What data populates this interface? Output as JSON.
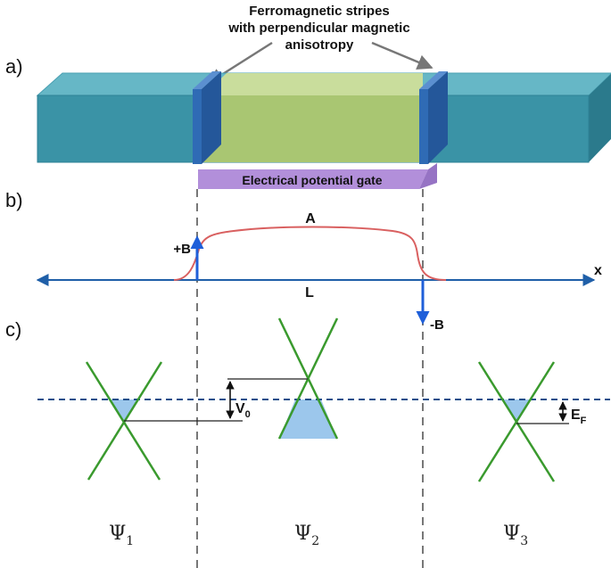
{
  "panel_labels": {
    "a": "a)",
    "b": "b)",
    "c": "c)"
  },
  "stripes_annotation": {
    "line1": "Ferromagnetic stripes",
    "line2": "with perpendicular magnetic",
    "line3": "anisotropy"
  },
  "gate_label": "Electrical potential gate",
  "field_plot": {
    "barrier_label": "A",
    "length_label": "L",
    "axis_label": "x",
    "field_plus": "+B",
    "field_minus": "-B"
  },
  "band_diagram": {
    "v0": {
      "symbol": "V",
      "subscript": "0"
    },
    "ef": {
      "symbol": "E",
      "subscript": "F"
    },
    "psi1": {
      "symbol": "Ψ",
      "subscript": "1"
    },
    "psi2": {
      "symbol": "Ψ",
      "subscript": "2"
    },
    "psi3": {
      "symbol": "Ψ",
      "subscript": "3"
    }
  },
  "colors": {
    "waveguide": "#3a93a6",
    "waveguide_top": "#66b7c6",
    "waveguide_side": "#2b7a8c",
    "central_region": "#a9c672",
    "central_region_top": "#c9dd9c",
    "stripe": "#2f6bb5",
    "gate": "#b28fda",
    "barrier_curve": "#d96060",
    "axis": "#1f5fa8",
    "field_arrow": "#1f5fd9",
    "dirac_cone": "#3a9a2e",
    "filled_states": "#9cc7ec",
    "fermi_line": "#1f4f8a",
    "guide_lines": "#777777"
  }
}
